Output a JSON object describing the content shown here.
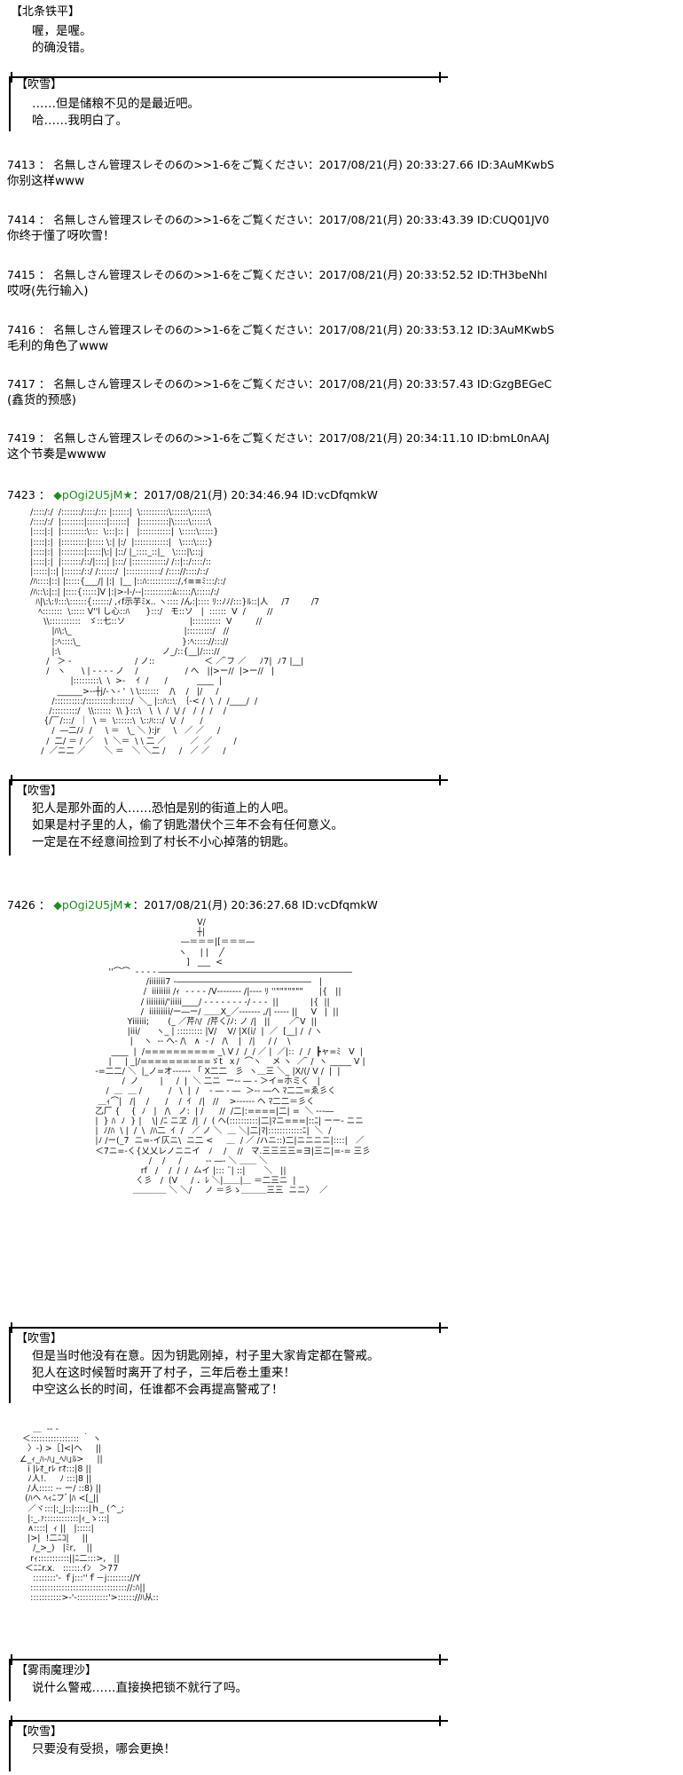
{
  "boxes": [
    {
      "speaker": "【北条铁平】",
      "lines": [
        "喔，是喔。",
        "的确没错。"
      ]
    },
    {
      "speaker": "【吹雪】",
      "lines": [
        "……但是储粮不见的是最近吧。",
        "哈……我明白了。"
      ]
    },
    {
      "speaker": "【吹雪】",
      "lines": [
        "犯人是那外面的人……恐怕是别的街道上的人吧。",
        "如果是村子里的人，偷了钥匙潜伏个三年不会有任何意义。",
        "一定是在不经意间捡到了村长不小心掉落的钥匙。"
      ]
    },
    {
      "speaker": "【吹雪】",
      "lines": [
        "但是当时他没有在意。因为钥匙刚掉，村子里大家肯定都在警戒。",
        "犯人在这时候暂时离开了村子，三年后卷土重来！",
        "中空这么长的时间，任谁都不会再提高警戒了！"
      ]
    },
    {
      "speaker": "【雾雨魔理沙】",
      "lines": [
        "说什么警戒……直接换把锁不就行了吗。"
      ]
    },
    {
      "speaker": "【吹雪】",
      "lines": [
        "只要没有受损，哪会更换！"
      ]
    }
  ],
  "posts": [
    {
      "meta": "7413 ： 名無しさん管理スレその6の>>1-6をご覧ください：2017/08/21(月) 20:33:27.66 ID:3AuMKwbS",
      "text": "你别这样www"
    },
    {
      "meta": "7414 ： 名無しさん管理スレその6の>>1-6をご覧ください：2017/08/21(月) 20:33:43.39 ID:CUQ01JV0",
      "text": "你终于懂了呀吹雪！"
    },
    {
      "meta": "7415 ： 名無しさん管理スレその6の>>1-6をご覧ください：2017/08/21(月) 20:33:52.52 ID:TH3beNhI",
      "text": "哎呀(先行输入)"
    },
    {
      "meta": "7416 ： 名無しさん管理スレその6の>>1-6をご覧ください：2017/08/21(月) 20:33:53.12 ID:3AuMKwbS",
      "text": "毛利的角色了www"
    },
    {
      "meta": "7417 ： 名無しさん管理スレその6の>>1-6をご覧ください：2017/08/21(月) 20:33:57.43 ID:GzgBEGeC",
      "text": "(鑫货的预感)"
    },
    {
      "meta": "7419 ： 名無しさん管理スレその6の>>1-6をご覧ください：2017/08/21(月) 20:34:11.10 ID:bmL0nAAJ",
      "text": "这个节奏是wwww"
    }
  ],
  "author_posts": [
    {
      "num": "7423 ： ",
      "trip": "◆pOgi2U5jM",
      "star": "★",
      "rest": "：2017/08/21(月) 20:34:46.94 ID:vcDfqmkW"
    },
    {
      "num": "7426 ： ",
      "trip": "◆pOgi2U5jM",
      "star": "★",
      "rest": "：2017/08/21(月) 20:36:27.68 ID:vcDfqmkW"
    }
  ]
}
